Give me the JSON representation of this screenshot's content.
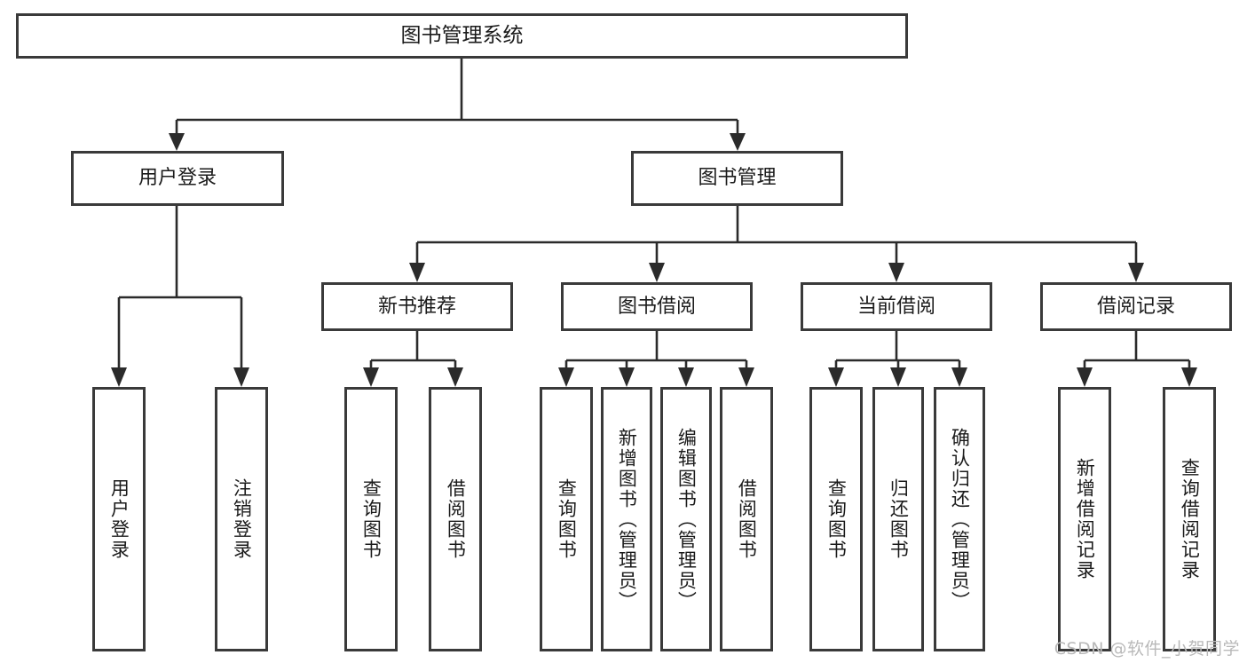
{
  "diagram": {
    "title": "图书管理系统",
    "type": "tree",
    "watermark": "CSDN @软件_小贺同学",
    "colors": {
      "box_border": "#3a3a3a",
      "box_fill": "#ffffff",
      "connector": "#2b2b2b",
      "text": "#1b1b1b",
      "watermark": "#b9b9b9",
      "canvas": "#ffffff"
    },
    "root": {
      "label": "图书管理系统"
    },
    "level2": [
      {
        "label": "用户登录"
      },
      {
        "label": "图书管理"
      }
    ],
    "level3": [
      {
        "label": "新书推荐"
      },
      {
        "label": "图书借阅"
      },
      {
        "label": "当前借阅"
      },
      {
        "label": "借阅记录"
      }
    ],
    "leaves": {
      "user_login": [
        {
          "label": "用户登录"
        },
        {
          "label": "注销登录"
        }
      ],
      "new_book_recommend": [
        {
          "label": "查询图书"
        },
        {
          "label": "借阅图书"
        }
      ],
      "book_borrow": [
        {
          "label": "查询图书"
        },
        {
          "label": "新增图书（管理员）"
        },
        {
          "label": "编辑图书（管理员）"
        },
        {
          "label": "借阅图书"
        }
      ],
      "current_borrow": [
        {
          "label": "查询图书"
        },
        {
          "label": "归还图书"
        },
        {
          "label": "确认归还（管理员）"
        }
      ],
      "borrow_record": [
        {
          "label": "新增借阅记录"
        },
        {
          "label": "查询借阅记录"
        }
      ]
    }
  }
}
